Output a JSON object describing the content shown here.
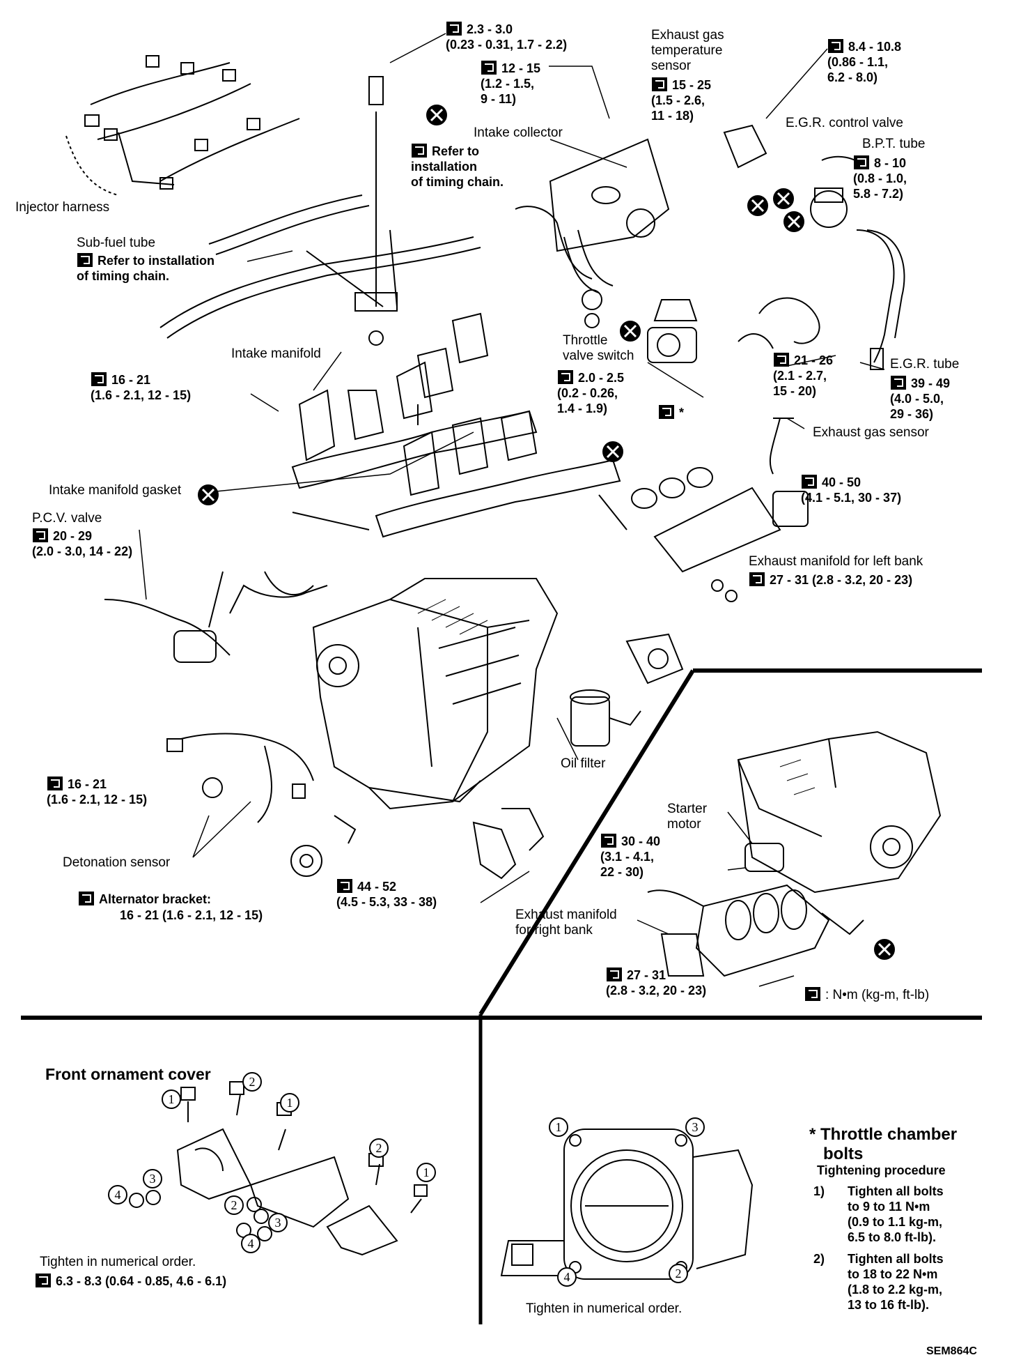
{
  "labels": {
    "injector_harness": "Injector harness",
    "sub_fuel_tube": "Sub-fuel tube",
    "sub_fuel_ref": "Refer to installation\nof timing chain.",
    "injector_ref": "Refer to\ninstallation\nof timing chain.",
    "intake_collector": "Intake collector",
    "exhaust_gas_temp_sensor": "Exhaust gas\ntemperature\nsensor",
    "egr_control_valve": "E.G.R. control valve",
    "bpt_tube": "B.P.T. tube",
    "intake_manifold": "Intake manifold",
    "throttle_valve_switch": "Throttle\nvalve switch",
    "egr_tube": "E.G.R. tube",
    "exhaust_gas_sensor": "Exhaust gas sensor",
    "intake_manifold_gasket": "Intake manifold gasket",
    "pcv_valve": "P.C.V. valve",
    "exhaust_manifold_left": "Exhaust manifold for left bank",
    "oil_filter": "Oil filter",
    "starter_motor": "Starter\nmotor",
    "detonation_sensor": "Detonation sensor",
    "alternator_bracket": "Alternator bracket:",
    "alternator_bracket_torque": "16 - 21 (1.6 - 2.1, 12 - 15)",
    "exhaust_manifold_right": "Exhaust manifold\nfor right bank",
    "torque_unit_legend": ": N•m (kg-m, ft-lb)",
    "front_ornament_cover": "Front ornament cover",
    "tighten_order_left": "Tighten in numerical order.",
    "tighten_order_right": "Tighten in numerical order.",
    "throttle_chamber_title": "* Throttle chamber\n   bolts",
    "tightening_procedure": "Tightening procedure",
    "step1_num": "1)",
    "step1_text": "Tighten all bolts\nto 9 to 11 N•m\n(0.9 to 1.1 kg-m,\n6.5 to 8.0 ft-lb).",
    "step2_num": "2)",
    "step2_text": "Tighten all bolts\nto 18 to 22 N•m\n(1.8 to 2.2 kg-m,\n13 to 16 ft-lb).",
    "figure_code": "SEM864C",
    "star": "*"
  },
  "torques": {
    "t_top": "2.3 - 3.0\n(0.23 - 0.31, 1.7 - 2.2)",
    "t_collector": "12 - 15\n(1.2 - 1.5,\n9 - 11)",
    "t_exh_temp": "15 - 25\n(1.5 - 2.6,\n11 - 18)",
    "t_egr_valve": "8.4 - 10.8\n(0.86 - 1.1,\n6.2 - 8.0)",
    "t_bpt": "8 - 10\n(0.8 - 1.0,\n5.8 - 7.2)",
    "t_intake_manifold": "16 - 21\n(1.6 - 2.1, 12 - 15)",
    "t_throttle_switch": "2.0 - 2.5\n(0.2 - 0.26,\n1.4 - 1.9)",
    "t_egr_bracket": "21 - 26\n(2.1 - 2.7,\n15 - 20)",
    "t_egr_tube": "39 - 49\n(4.0 - 5.0,\n29 - 36)",
    "t_exh_sensor": "40 - 50\n(4.1 - 5.1, 30 - 37)",
    "t_pcv": "20 - 29\n(2.0 - 3.0, 14 - 22)",
    "t_exh_left": "27 - 31 (2.8 - 3.2, 20 - 23)",
    "t_detonation": "16 - 21\n(1.6 - 2.1, 12 - 15)",
    "t_alt_lower": "44 - 52\n(4.5 - 5.3, 33 - 38)",
    "t_starter": "30 - 40\n(3.1 - 4.1,\n22 - 30)",
    "t_exh_right": "27 - 31\n(2.8 - 3.2, 20 - 23)",
    "t_ornament": "6.3 - 8.3 (0.64 - 0.85, 4.6 - 6.1)"
  },
  "order_marks": {
    "one": "1",
    "two": "2",
    "three": "3",
    "four": "4"
  }
}
